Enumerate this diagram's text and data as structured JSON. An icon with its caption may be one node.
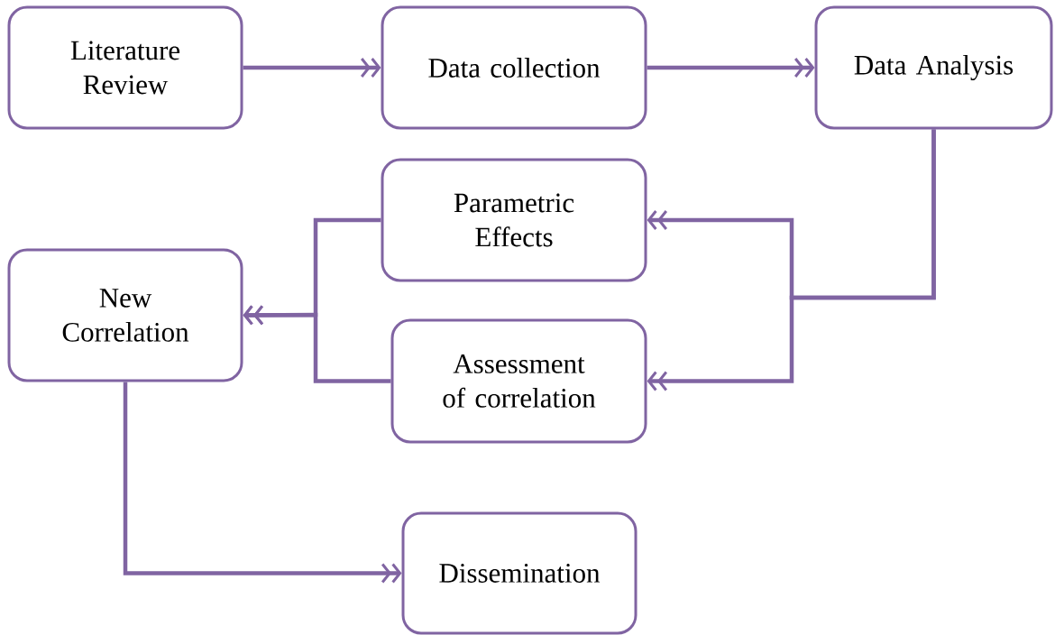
{
  "diagram": {
    "nodes": [
      {
        "text": [
          "Literature Review"
        ]
      },
      {
        "text": [
          "Data collection"
        ]
      },
      {
        "text": [
          "Data Analysis"
        ]
      },
      {
        "text": [
          "Parametric Effects"
        ]
      },
      {
        "text": [
          "Assessment of correlation"
        ]
      },
      {
        "text": [
          "New Correlation"
        ]
      },
      {
        "text": [
          "Dissemination"
        ]
      }
    ],
    "edges": [
      {
        "from": 0,
        "to": 1,
        "arrow": "to"
      },
      {
        "from": 1,
        "to": 2,
        "arrow": "to"
      },
      {
        "from": 2,
        "to": 3,
        "arrow": "to"
      },
      {
        "from": 2,
        "to": 4,
        "arrow": "to"
      },
      {
        "from": 3,
        "to": 5,
        "arrow": "to"
      },
      {
        "from": 4,
        "to": 5,
        "arrow": "to"
      },
      {
        "from": 5,
        "to": 6,
        "arrow": "to"
      }
    ]
  }
}
